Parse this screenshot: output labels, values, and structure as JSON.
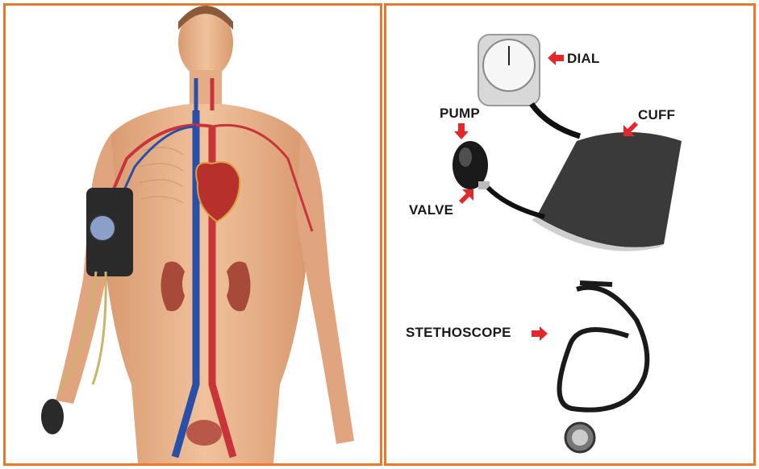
{
  "labels": {
    "dial": "DIAL",
    "pump": "PUMP",
    "cuff": "CUFF",
    "valve": "VALVE",
    "stethoscope": "STETHOSCOPE"
  },
  "colors": {
    "border": "#e8782c",
    "arrow": "#e3282c",
    "artery": "#c8343a",
    "vein": "#2a4fa8",
    "skin": "#e8b48c"
  },
  "icons": {
    "arrow": "red-arrow-icon"
  }
}
